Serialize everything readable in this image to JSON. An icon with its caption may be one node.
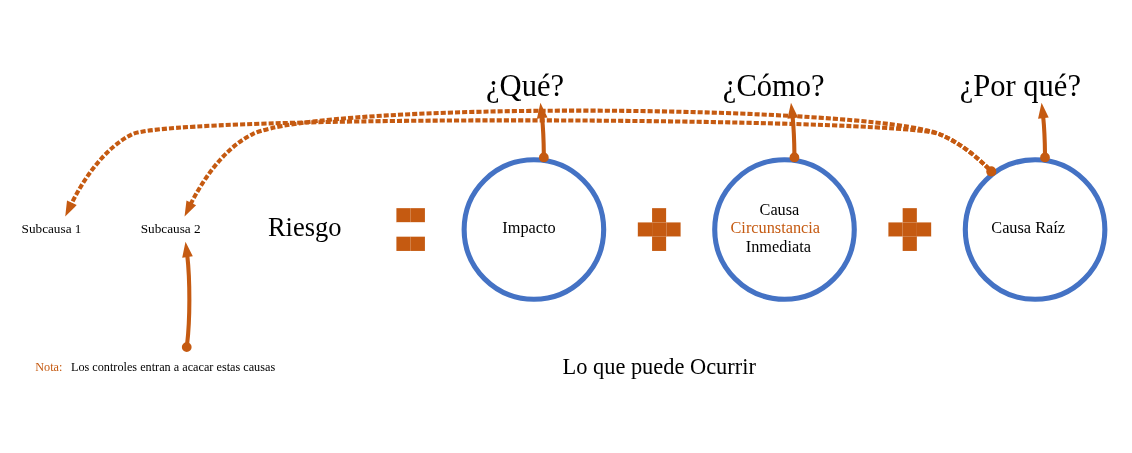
{
  "diagram": {
    "nodes": [
      {
        "text": [],
        "shape": "equals"
      },
      {
        "text": [
          "Impacto"
        ]
      },
      {
        "text": [],
        "shape": "plus"
      },
      {
        "text": [
          "Causa",
          "Circunstancia",
          "Inmediata"
        ]
      },
      {
        "text": [],
        "shape": "plus"
      },
      {
        "text": [
          "Causa Raíz"
        ]
      },
      {
        "text": [
          "¿Qué?"
        ]
      },
      {
        "text": [
          "¿Cómo?"
        ]
      },
      {
        "text": [
          "¿Por qué?"
        ]
      },
      {
        "text": [
          "Subcausa 1"
        ]
      },
      {
        "text": [
          "Subcausa 2"
        ]
      },
      {
        "text": [
          "Nota:",
          "Los controles entran a acacar estas causas"
        ]
      }
    ],
    "edges": [
      {
        "from": 1,
        "to": 6,
        "arrow": "to"
      },
      {
        "from": 3,
        "to": 7,
        "arrow": "to"
      },
      {
        "from": 5,
        "to": 8,
        "arrow": "to"
      },
      {
        "from": 5,
        "to": 9,
        "arrow": "to",
        "style": "dashed"
      },
      {
        "from": 5,
        "to": 10,
        "arrow": "to",
        "style": "dashed"
      },
      {
        "from": 11,
        "to": 10,
        "arrow": "to"
      }
    ],
    "labels": [
      "Riesgo",
      "Lo que puede Ocurrir"
    ]
  }
}
